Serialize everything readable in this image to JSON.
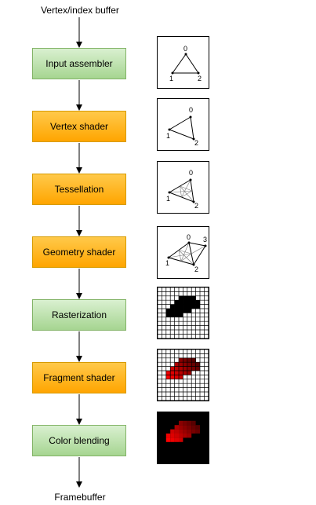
{
  "input_label": "Vertex/index buffer",
  "output_label": "Framebuffer",
  "stages": [
    {
      "label": "Input assembler",
      "kind": "fixed"
    },
    {
      "label": "Vertex shader",
      "kind": "programmable"
    },
    {
      "label": "Tessellation",
      "kind": "programmable"
    },
    {
      "label": "Geometry shader",
      "kind": "programmable"
    },
    {
      "label": "Rasterization",
      "kind": "fixed"
    },
    {
      "label": "Fragment shader",
      "kind": "programmable"
    },
    {
      "label": "Color blending",
      "kind": "fixed"
    }
  ],
  "vertex_labels": [
    "0",
    "1",
    "2",
    "3"
  ],
  "colors": {
    "fixed_stage": "#a6d591",
    "programmable_stage": "#ffa500",
    "raster_fill": "#000000",
    "fragment_fill": "#cc0000",
    "blend_background": "#000000"
  }
}
